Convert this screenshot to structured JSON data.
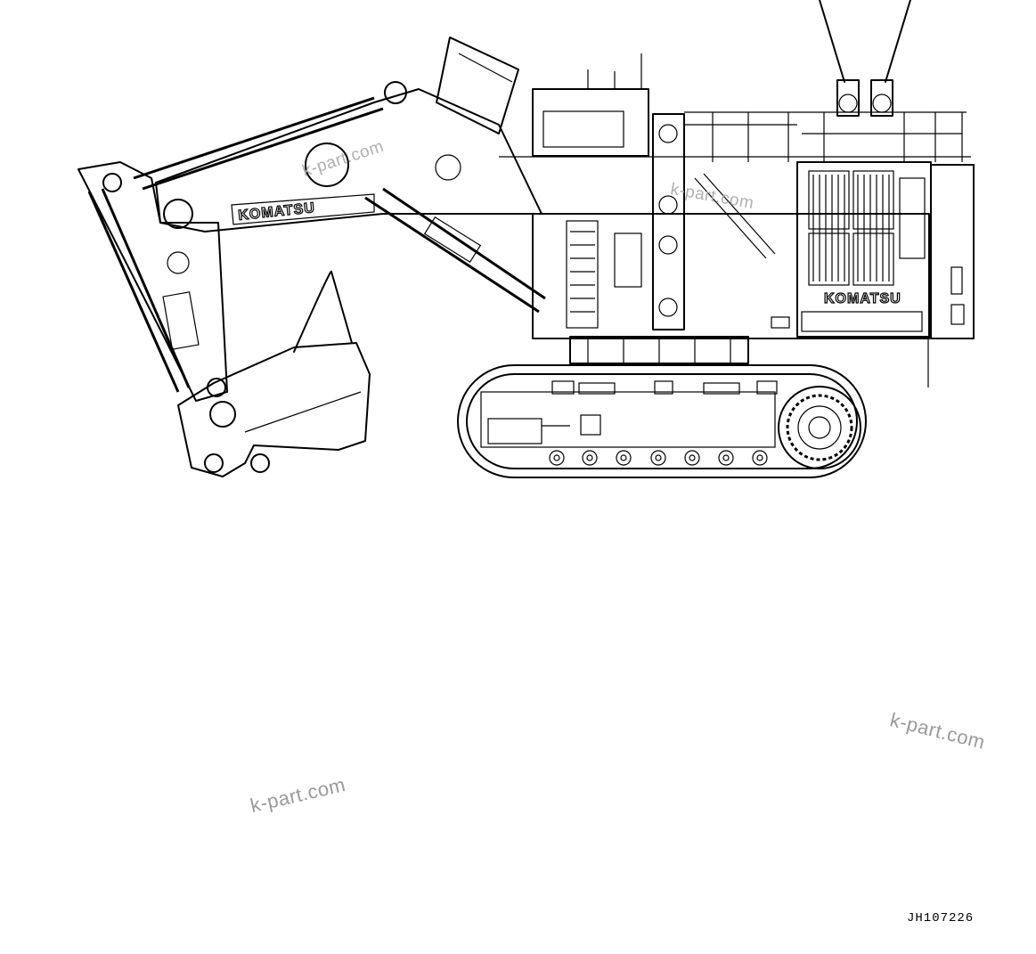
{
  "drawing": {
    "logo_boom": "KOMATSU",
    "logo_body": "KOMATSU"
  },
  "watermarks": [
    "k-part.com",
    "k-part.com",
    "k-part.com",
    "k-part.com"
  ],
  "drawing_code": "JH107226"
}
